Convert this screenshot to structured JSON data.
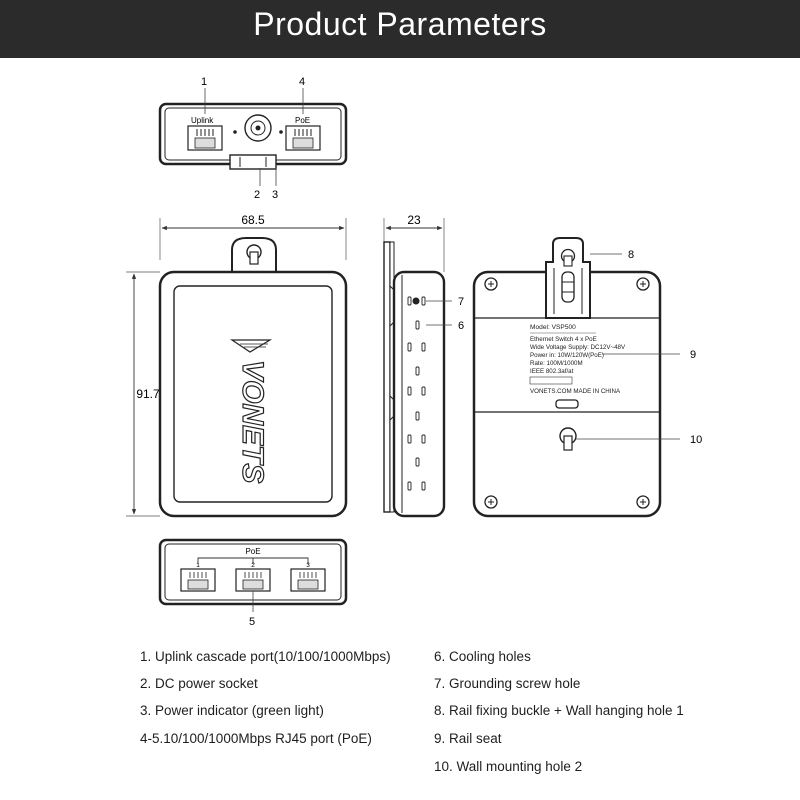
{
  "header": {
    "title": "Product Parameters"
  },
  "callouts": {
    "n1": "1",
    "n2": "2",
    "n3": "3",
    "n4": "4",
    "n5": "5",
    "n6": "6",
    "n7": "7",
    "n8": "8",
    "n9": "9",
    "n10": "10"
  },
  "top_view": {
    "uplink_label": "Uplink",
    "poe_label": "PoE"
  },
  "dimensions": {
    "width": "68.5",
    "depth": "23",
    "height": "91.7"
  },
  "logo": {
    "brand": "VONETS"
  },
  "bottom_view": {
    "poe_label": "PoE",
    "port1": "1",
    "port2": "2",
    "port3": "3"
  },
  "label_plate": {
    "model": "Model: VSP500",
    "line1": "Ethernet Switch 4 x PoE",
    "line2": "Wide Voltage Supply: DC12V~48V",
    "line3": "Power in:   10W/120W(PoE)",
    "line4": "Rate:  100M/1000M",
    "line5": "IEEE 802.3af/at",
    "line6": "VONETS.COM      MADE IN CHINA"
  },
  "legend": {
    "left": [
      "1. Uplink cascade port(10/100/1000Mbps)",
      "2. DC power socket",
      "3. Power indicator (green light)",
      "4-5.10/100/1000Mbps RJ45 port (PoE)"
    ],
    "right": [
      "6. Cooling holes",
      "7. Grounding screw hole",
      "8. Rail fixing buckle + Wall hanging hole 1",
      "9. Rail seat",
      "10. Wall mounting hole 2"
    ]
  }
}
